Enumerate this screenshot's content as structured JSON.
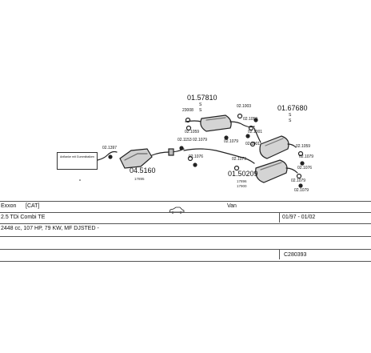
{
  "diagram": {
    "parts": {
      "p1": "01.57810",
      "p1_q1": "S",
      "p1_q2": "S",
      "p2": "01.67680",
      "p2_q1": "S",
      "p2_q2": "S",
      "p3": "04.5160",
      "p3_sub": "17895",
      "p4": "01.50209",
      "p4_sub1": "17896",
      "p4_sub2": "17900",
      "c1": "02.1397",
      "c2": "23008",
      "c3": "02.1059",
      "c4": "02.1003",
      "c5": "02.1079",
      "c6": "02.1153",
      "c7": "02.1076",
      "c8": "02.1059",
      "c9": "02.1001",
      "c10": "02.1079",
      "c11": "02.1001",
      "c12": "02.1079",
      "c13": "02.1059",
      "c14": "02.1076",
      "c15": "02.1079",
      "c16": "02.1079",
      "c17": "02.1079"
    },
    "note": "Anflanke mit Gummibalken"
  },
  "info": {
    "row1": {
      "make": "Exxon",
      "cat": "[CAT]",
      "body": "Van"
    },
    "row2": {
      "model": "2.5 TDi Combi TE",
      "years": "01/97 - 01/02"
    },
    "row3": {
      "engine": "2448 cc, 107 HP, 79 KW, MF DJSTED -"
    },
    "row5": {
      "code": "C280393"
    }
  },
  "icons": {
    "car": "car-silhouette-icon"
  }
}
